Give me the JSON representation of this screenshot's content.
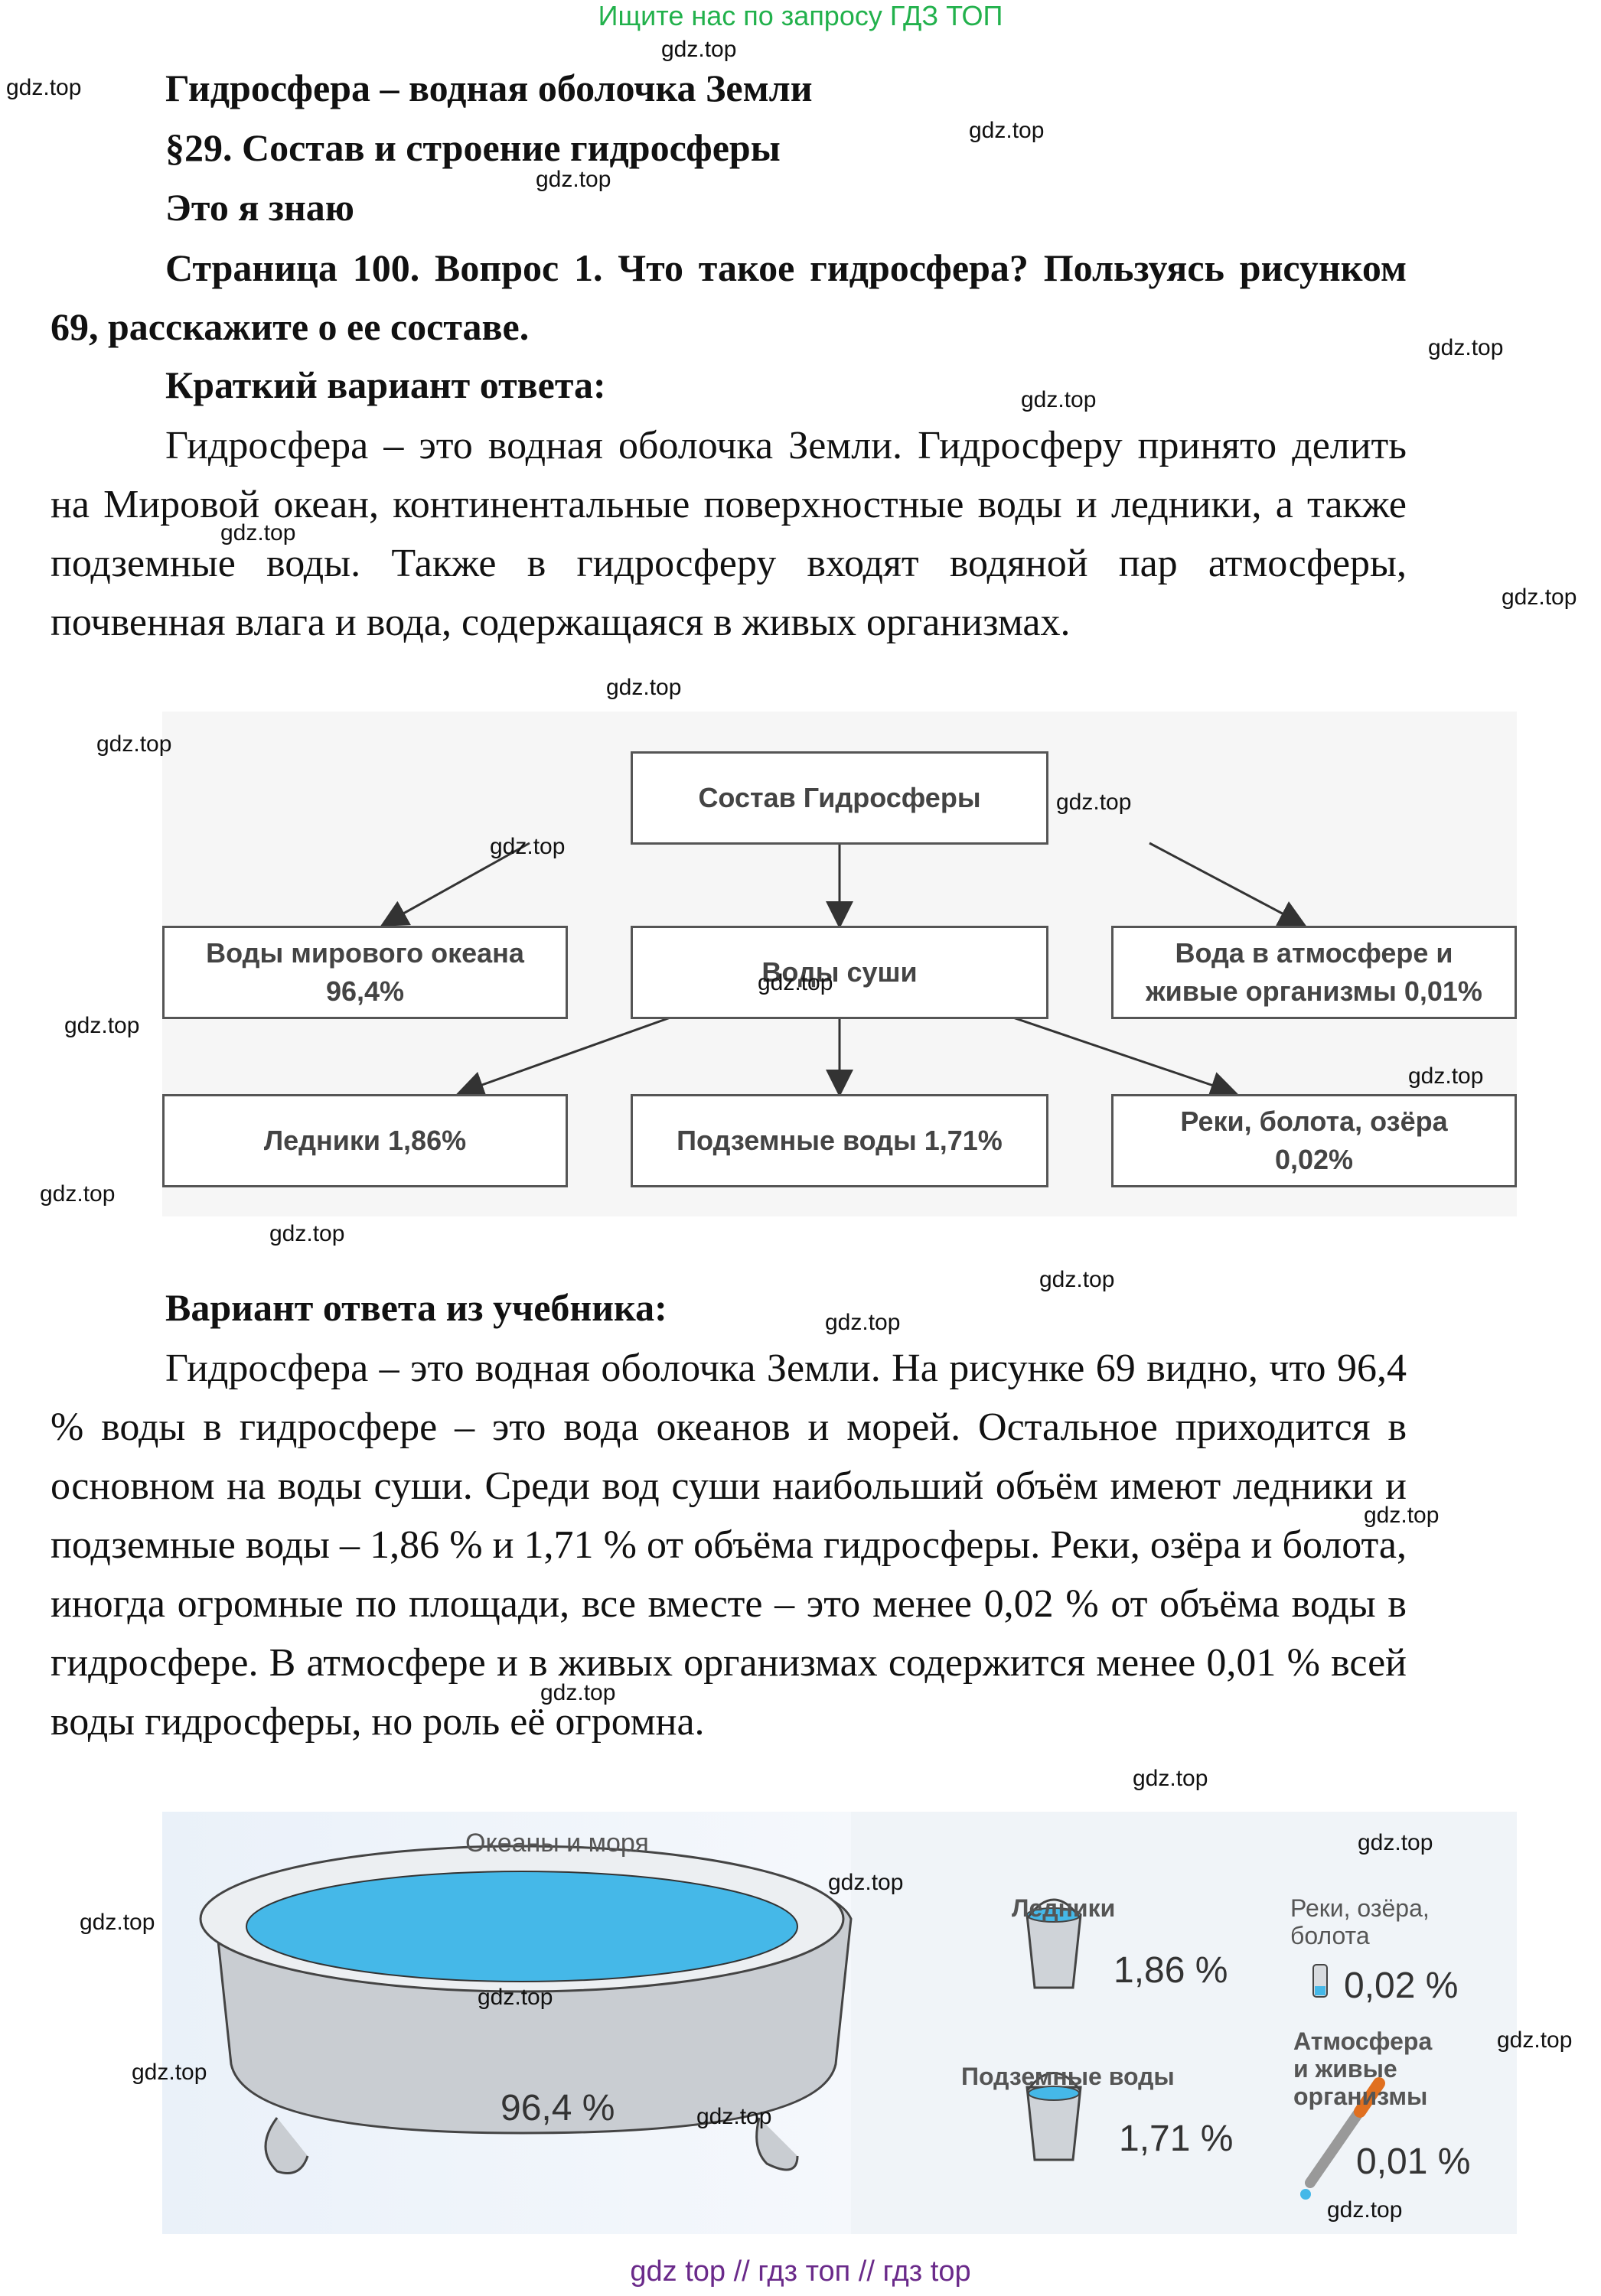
{
  "banner": "Ищите нас по запросу ГДЗ ТОП",
  "watermark": "gdz.top",
  "chapter_title": "Гидросфера – водная оболочка Земли",
  "section_title": "§29. Состав и строение гидросферы",
  "subsection": "Это я знаю",
  "question": "Страница 100. Вопрос 1. Что такое гидросфера? Пользуясь рисунком 69, расскажите о ее составе.",
  "short_answer_heading": "Краткий вариант ответа:",
  "short_answer": "Гидросфера – это водная оболочка Земли. Гидросферу принято делить на Мировой океан, континентальные поверхностные воды и ледники, а также подземные воды. Также в гидросферу входят водяной пар атмосферы, почвенная влага и вода, содержащаяся в живых организмах.",
  "scheme": {
    "root": "Состав Гидросферы",
    "ocean": "Воды мирового океана\n96,4%",
    "land": "Воды суши",
    "atmosphere": "Вода в атмосфере и\nживые организмы 0,01%",
    "glaciers": "Ледники 1,86%",
    "underground": "Подземные воды 1,71%",
    "rivers": "Реки, болота, озёра\n0,02%"
  },
  "textbook_answer_heading": "Вариант ответа из учебника:",
  "textbook_answer": "Гидросфера – это водная оболочка Земли. На рисунке 69 видно, что 96,4 % воды в гидросфере – это вода океанов и морей. Остальное приходится в основном на воды суши. Среди вод суши наибольший объём имеют ледники и подземные воды – 1,86 % и 1,71 % от объёма гидросферы. Реки, озёра и болота, иногда огромные по площади, все вместе – это менее 0,02 % от объёма воды в гидросфере. В атмосфере и в живых организмах содержится менее 0,01 % всей воды гидросферы, но роль её огромна.",
  "illustration": {
    "oceans_label": "Океаны и моря",
    "oceans_value": "96,4 %",
    "glaciers_label": "Ледники",
    "glaciers_value": "1,86 %",
    "underground_label": "Подземные воды",
    "underground_value": "1,71 %",
    "rivers_label": "Реки, озёра,\nболота",
    "rivers_value": "0,02 %",
    "atmosphere_label": "Атмосфера\nи живые\nорганизмы",
    "atmosphere_value": "0,01 %",
    "water_color": "#45b8e8"
  },
  "footer": "gdz top  //  гдз топ  //  гдз top"
}
